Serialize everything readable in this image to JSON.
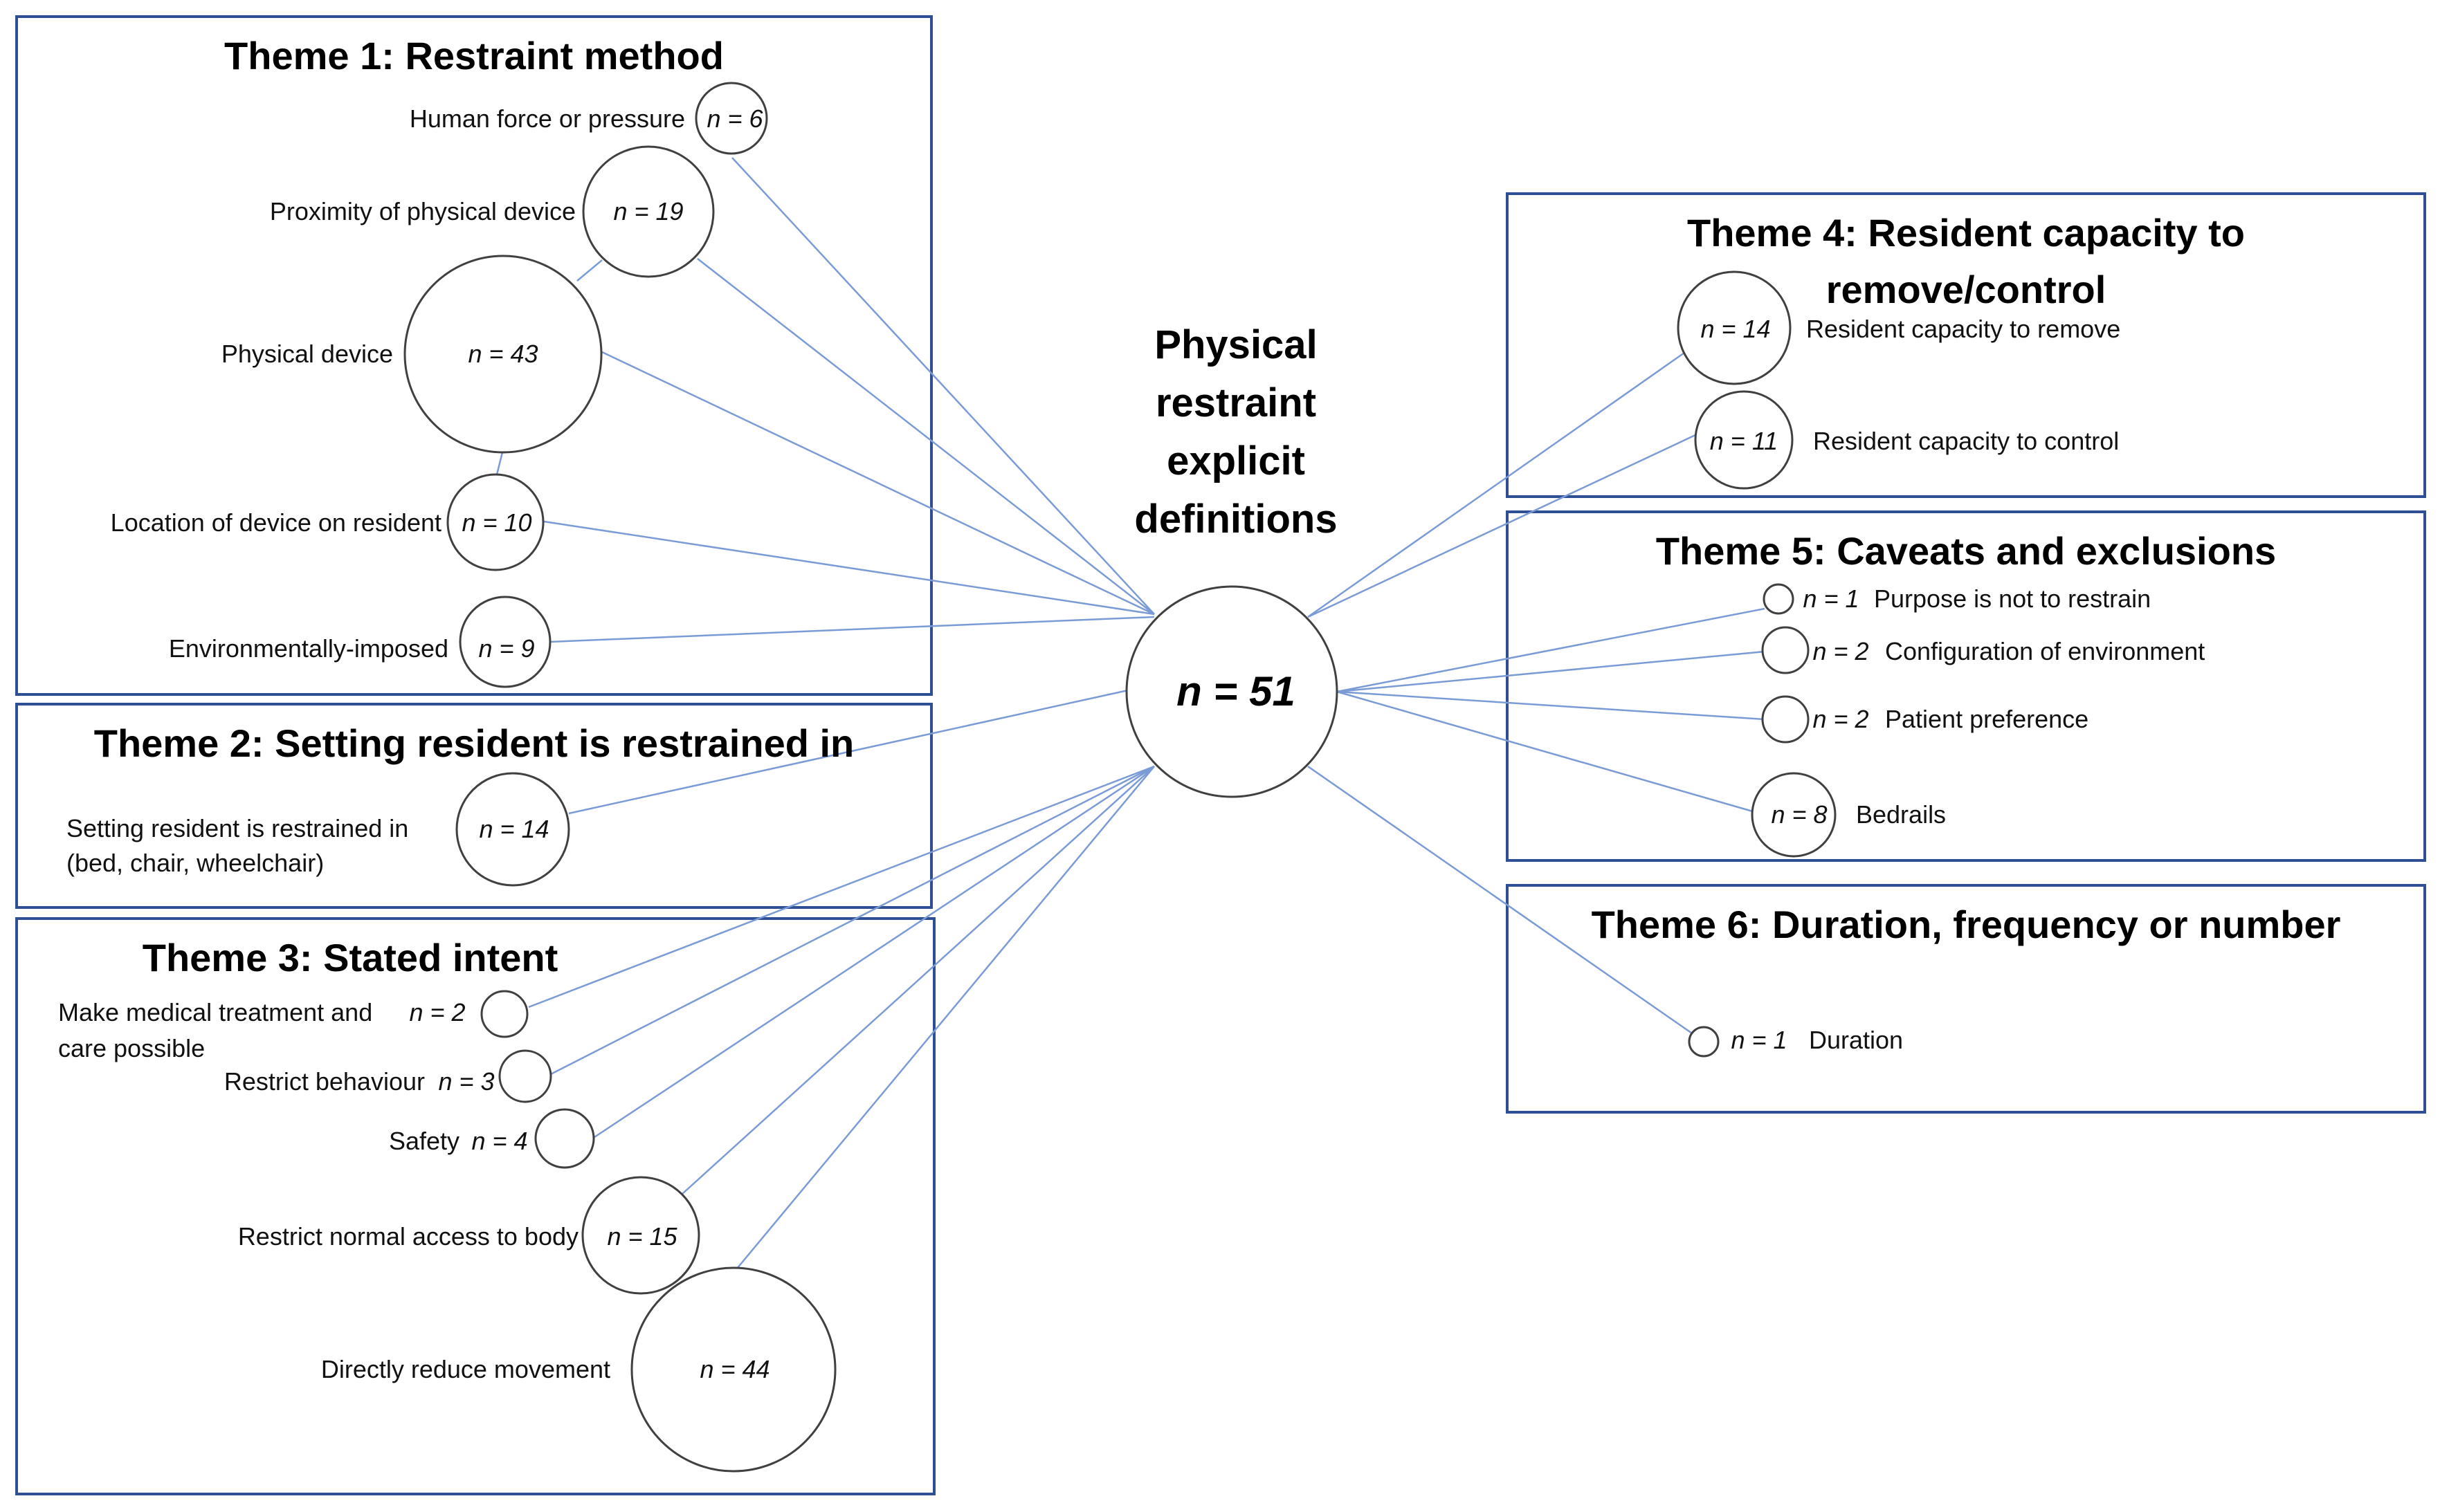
{
  "center": {
    "title_lines": [
      "Physical",
      "restraint",
      "explicit",
      "definitions"
    ],
    "count": "n = 51"
  },
  "themes": [
    {
      "title": "Theme 1: Restraint method",
      "items": [
        {
          "label": "Human force or pressure",
          "count": "n = 6",
          "n": 6
        },
        {
          "label": "Proximity of physical device",
          "count": "n = 19",
          "n": 19
        },
        {
          "label": "Physical device",
          "count": "n = 43",
          "n": 43
        },
        {
          "label": "Location of device  on resident",
          "count": "n = 10",
          "n": 10
        },
        {
          "label": "Environmentally-imposed",
          "count": "n = 9",
          "n": 9
        }
      ]
    },
    {
      "title": "Theme 2: Setting resident is restrained in",
      "items": [
        {
          "label_lines": [
            "Setting resident is restrained in",
            "(bed, chair, wheelchair)"
          ],
          "count": "n = 14",
          "n": 14
        }
      ]
    },
    {
      "title": "Theme 3: Stated intent",
      "items": [
        {
          "label_lines": [
            "Make medical treatment and",
            "care possible"
          ],
          "count": "n = 2",
          "n": 2
        },
        {
          "label": "Restrict behaviour",
          "count": "n = 3",
          "n": 3
        },
        {
          "label": "Safety",
          "count": "n = 4",
          "n": 4
        },
        {
          "label": "Restrict normal access to body",
          "count": "n = 15",
          "n": 15
        },
        {
          "label": "Directly reduce movement",
          "count": "n = 44",
          "n": 44
        }
      ]
    },
    {
      "title_lines": [
        "Theme 4: Resident capacity to",
        "remove/control"
      ],
      "items": [
        {
          "label": "Resident capacity to remove",
          "count": "n = 14",
          "n": 14
        },
        {
          "label": "Resident capacity to control",
          "count": "n = 11",
          "n": 11
        }
      ]
    },
    {
      "title": "Theme 5: Caveats and exclusions",
      "items": [
        {
          "label": "Purpose is not to restrain",
          "count": "n = 1",
          "n": 1
        },
        {
          "label": "Configuration of environment",
          "count": "n = 2",
          "n": 2
        },
        {
          "label": "Patient preference",
          "count": "n = 2",
          "n": 2
        },
        {
          "label": "Bedrails",
          "count": "n = 8",
          "n": 8
        }
      ]
    },
    {
      "title": "Theme 6: Duration, frequency or number",
      "items": [
        {
          "label": "Duration",
          "count": "n = 1",
          "n": 1
        }
      ]
    }
  ],
  "colors": {
    "box_border": "#2f4f95",
    "link_line": "#7b9bd6",
    "circle_stroke": "#404040"
  }
}
